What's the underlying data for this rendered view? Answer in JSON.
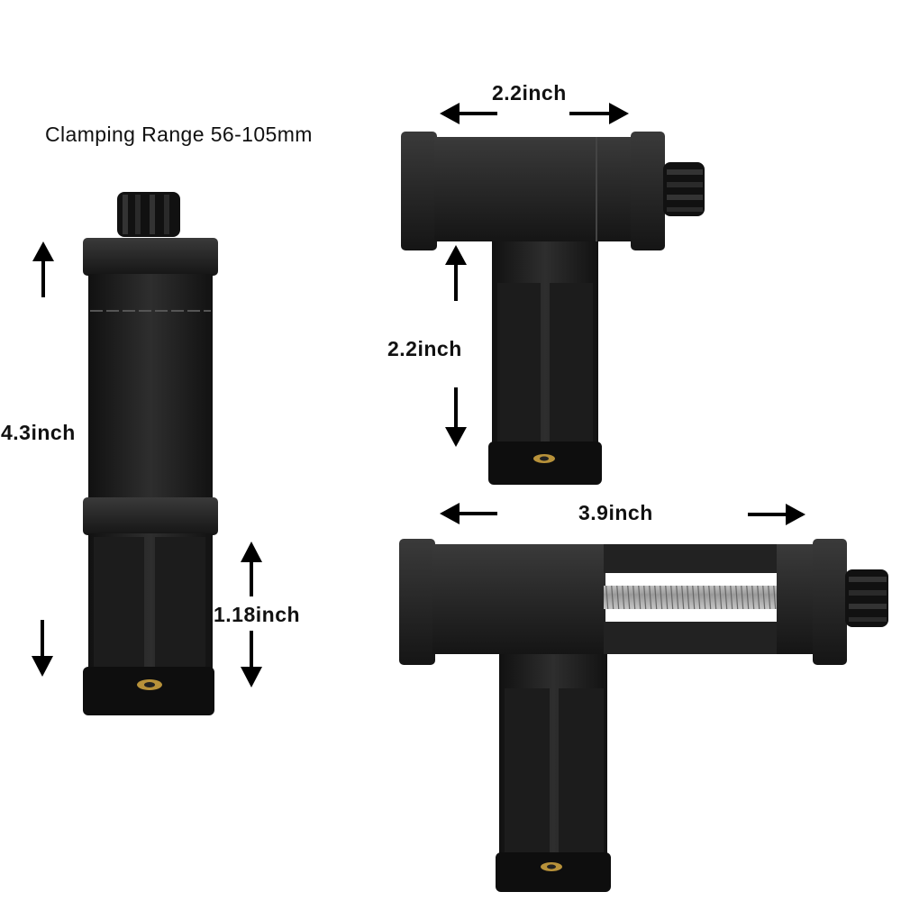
{
  "title": "Clamping Range 56-105mm",
  "dimensions": {
    "left_height": "4.3inch",
    "left_base": "1.18inch",
    "top_width": "2.2inch",
    "top_height": "2.2inch",
    "bottom_width": "3.9inch"
  },
  "colors": {
    "body": "#1a1a1a",
    "body_light": "#2b2b2b",
    "arrow": "#000000",
    "spring": "#bdbdbd",
    "brass": "#b8923a"
  }
}
